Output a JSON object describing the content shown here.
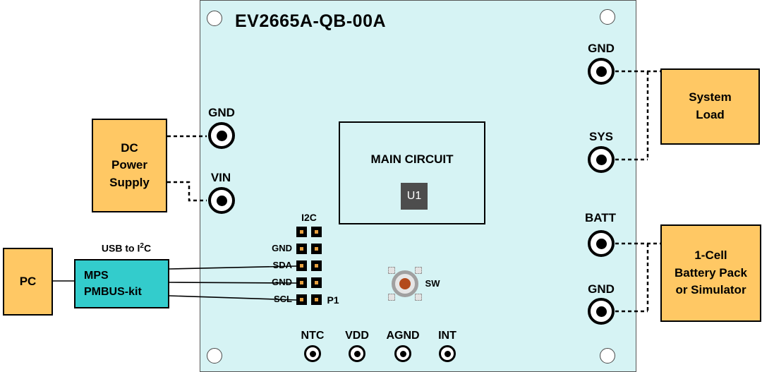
{
  "colors": {
    "board_bg": "#D6F3F4",
    "box_orange": "#FFC864",
    "box_teal": "#33CCCC",
    "pin_center_orange": "#E8A13F",
    "chip_gray": "#4D4D4D",
    "switch_center_rust": "#B34A1C"
  },
  "board": {
    "title": "EV2665A-QB-00A",
    "main_circuit": {
      "label": "MAIN CIRCUIT",
      "chip_label": "U1"
    },
    "i2c_header": {
      "top_label": "I2C",
      "bottom_label": "P1",
      "pin_labels": [
        "GND",
        "SDA",
        "GND",
        "SCL"
      ]
    },
    "switch": {
      "label": "SW"
    },
    "jacks": {
      "left": [
        "GND",
        "VIN"
      ],
      "right": [
        "GND",
        "SYS",
        "BATT",
        "GND"
      ],
      "bottom": [
        "NTC",
        "VDD",
        "AGND",
        "INT"
      ]
    }
  },
  "external_blocks": {
    "dc_power_supply": {
      "line1": "DC",
      "line2": "Power",
      "line3": "Supply"
    },
    "pc": {
      "label": "PC"
    },
    "pmbus_kit": {
      "line1": "MPS",
      "line2": "PMBUS-kit"
    },
    "usb_label": {
      "prefix": "USB to I",
      "sup": "2",
      "suffix": "C"
    },
    "system_load": {
      "line1": "System",
      "line2": "Load"
    },
    "battery_pack": {
      "line1": "1-Cell",
      "line2": "Battery Pack",
      "line3": "or Simulator"
    }
  }
}
